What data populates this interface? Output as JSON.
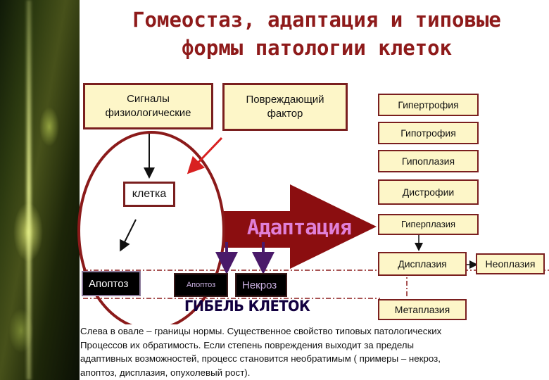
{
  "title": {
    "line1": "Гомеостаз, адаптация и типовые",
    "line2": "формы  патологии клеток"
  },
  "boxes": {
    "signals_line1": "Сигналы",
    "signals_line2": "физиологические",
    "damaging_line1": "Повреждающий",
    "damaging_line2": "фактор",
    "cell": "клетка",
    "apoptosis_left": "Апоптоз",
    "apoptosis_small": "Апоптоз",
    "necrosis": "Некроз",
    "adaptation": "Адаптация",
    "cell_death": "ГИБЕЛЬ КЛЕТОК"
  },
  "forms": [
    "Гипертрофия",
    "Гипотрофия",
    "Гипоплазия",
    "Дистрофии",
    "Гиперплазия",
    "Дисплазия",
    "Неоплазия",
    "Метаплазия"
  ],
  "note": {
    "line1": "Слева в овале – границы нормы. Существенное свойство типовых патологических",
    "line2": "Процессов их обратимость. Если степень повреждения выходит за пределы",
    "line3": "адаптивных возможностей, процесс  становится необратимым ( примеры – некроз,",
    "line4": "апоптоз, дисплазия, опухолевый рост)."
  },
  "colors": {
    "title": "#8e1a1a",
    "border": "#7a1f1f",
    "box_fill": "#fdf6c8",
    "adaptation_arrow": "#8b0e10",
    "adaptation_text": "#e080d8",
    "down_arrow": "#4a1a6a",
    "red_arrow": "#d82020"
  },
  "icons": {
    "side_image": "cell-micrograph-image"
  }
}
